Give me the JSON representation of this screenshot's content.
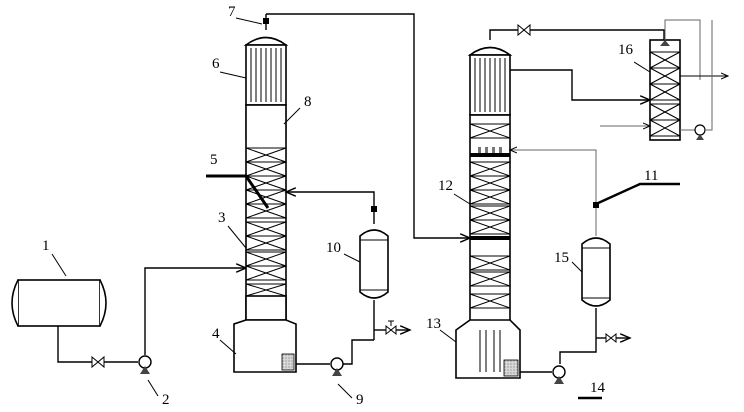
{
  "labels": {
    "n1": "1",
    "n2": "2",
    "n3": "3",
    "n4": "4",
    "n5": "5",
    "n6": "6",
    "n7": "7",
    "n8": "8",
    "n9": "9",
    "n10": "10",
    "n11": "11",
    "n12": "12",
    "n13": "13",
    "n14": "14",
    "n15": "15",
    "n16": "16"
  }
}
